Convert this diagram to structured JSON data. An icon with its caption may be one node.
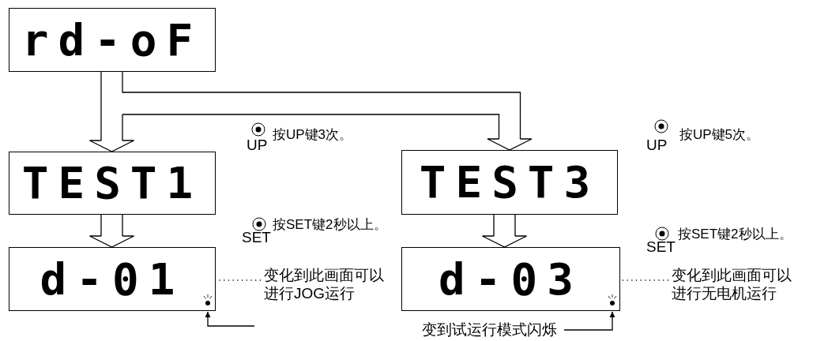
{
  "diagram": {
    "nodes": [
      {
        "text": [
          "rd-oF"
        ]
      },
      {
        "text": [
          "TEST1"
        ]
      },
      {
        "text": [
          "TEST3"
        ]
      },
      {
        "text": [
          "d-01"
        ]
      },
      {
        "text": [
          "d-03"
        ]
      },
      {
        "text": [
          "变化到此画面可以进行JOG运行"
        ]
      },
      {
        "text": [
          "变化到此画面可以进行无电机运行"
        ]
      },
      {
        "text": [
          "变到试运行模式闪烁"
        ]
      }
    ],
    "edges": [
      {
        "from": 0,
        "to": 1,
        "arrow": "to"
      },
      {
        "from": 0,
        "to": 2,
        "arrow": "to"
      },
      {
        "from": 1,
        "to": 3,
        "arrow": "to"
      },
      {
        "from": 2,
        "to": 4,
        "arrow": "to"
      },
      {
        "from": 5,
        "to": 3,
        "arrow": "none",
        "style": "dashed"
      },
      {
        "from": 6,
        "to": 4,
        "arrow": "none",
        "style": "dashed"
      },
      {
        "from": 7,
        "to": 4,
        "arrow": "to"
      },
      {
        "from": null,
        "to": 3,
        "arrow": "to"
      }
    ],
    "labels": [
      "按UP键3次。",
      "UP",
      "按UP键5次。",
      "UP",
      "按SET键2秒以上。",
      "SET",
      "按SET键2秒以上。",
      "SET"
    ]
  }
}
